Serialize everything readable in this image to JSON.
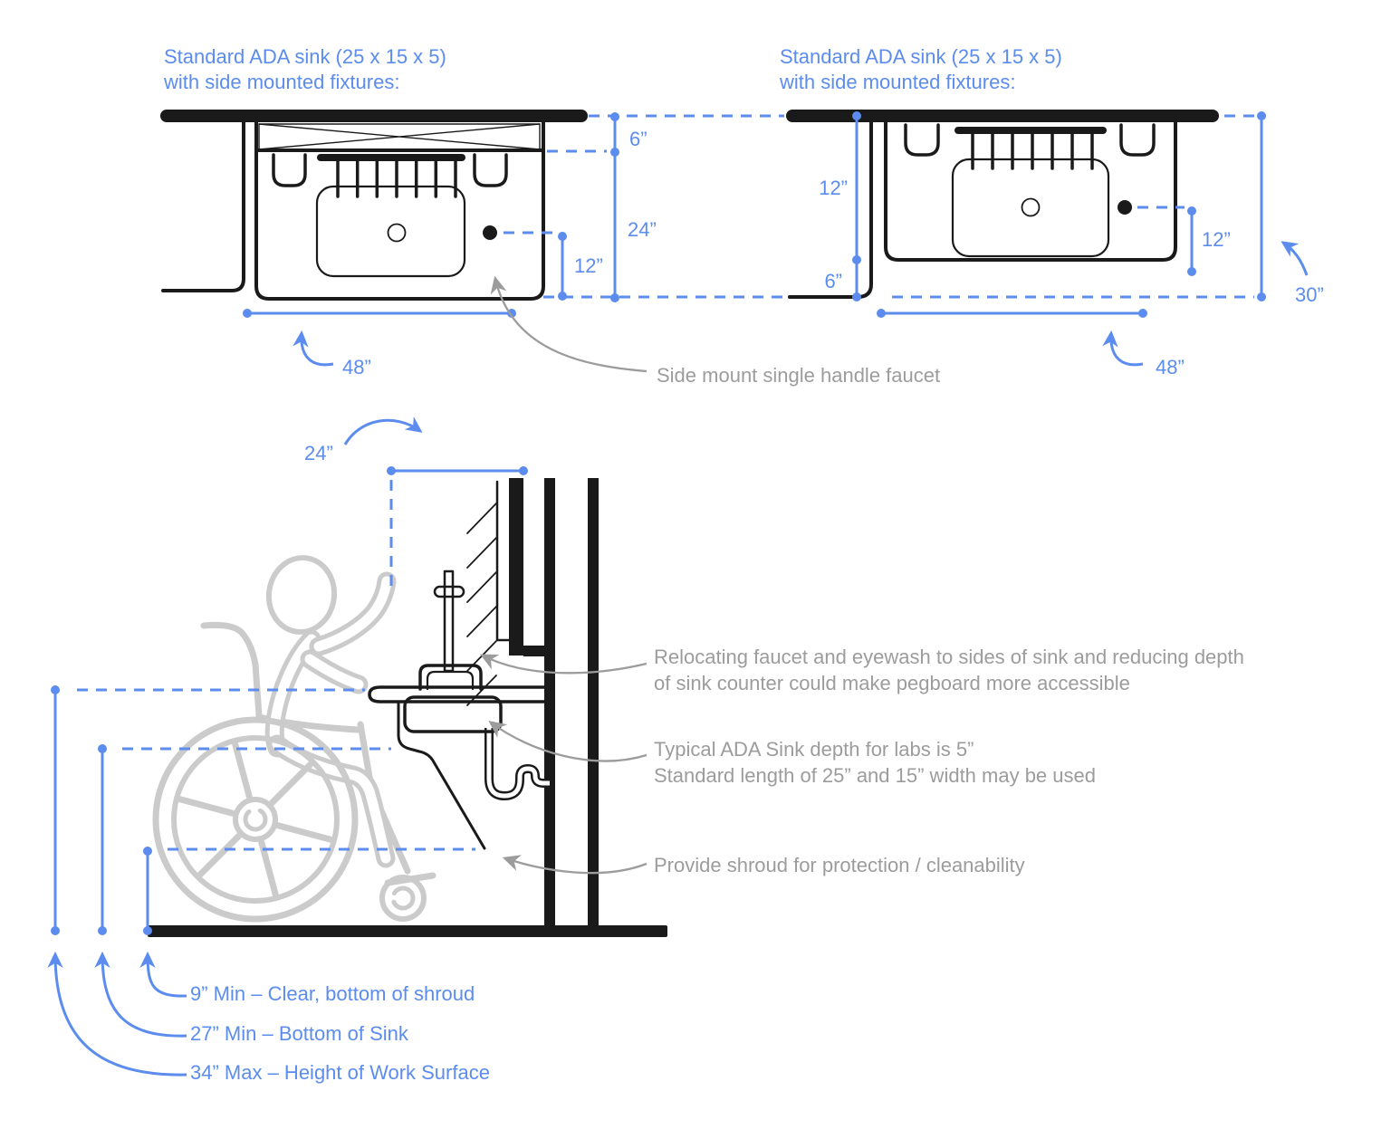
{
  "colors": {
    "accent_blue": "#5b8cee",
    "line_black": "#1a1a1a",
    "gray_text": "#9c9c9c",
    "figure_gray": "#cbcbcb"
  },
  "top_left": {
    "title_line1": "Standard ADA sink (25 x 15 x 5)",
    "title_line2": "with side mounted fixtures:",
    "dim_6": "6”",
    "dim_24": "24”",
    "dim_12": "12”",
    "dim_48": "48”"
  },
  "top_right": {
    "title_line1": "Standard ADA sink (25 x 15 x 5)",
    "title_line2": "with side mounted fixtures:",
    "dim_12_left": "12”",
    "dim_6_left": "6”",
    "dim_12_inner": "12”",
    "dim_30": "30”",
    "dim_48": "48”"
  },
  "side_view": {
    "dim_24": "24”",
    "label_9": "9” Min – Clear, bottom of shroud",
    "label_27": "27” Min – Bottom of Sink",
    "label_34": "34” Max – Height of Work Surface"
  },
  "annotations": {
    "side_mount_faucet": "Side mount single handle faucet",
    "relocating_line1": "Relocating faucet and eyewash to sides of sink and reducing depth",
    "relocating_line2": "of sink counter could make pegboard more accessible",
    "sink_depth_line1": "Typical ADA Sink depth for labs is 5”",
    "sink_depth_line2": "Standard length of 25” and 15” width may be used",
    "shroud": "Provide shroud for protection / cleanability"
  }
}
